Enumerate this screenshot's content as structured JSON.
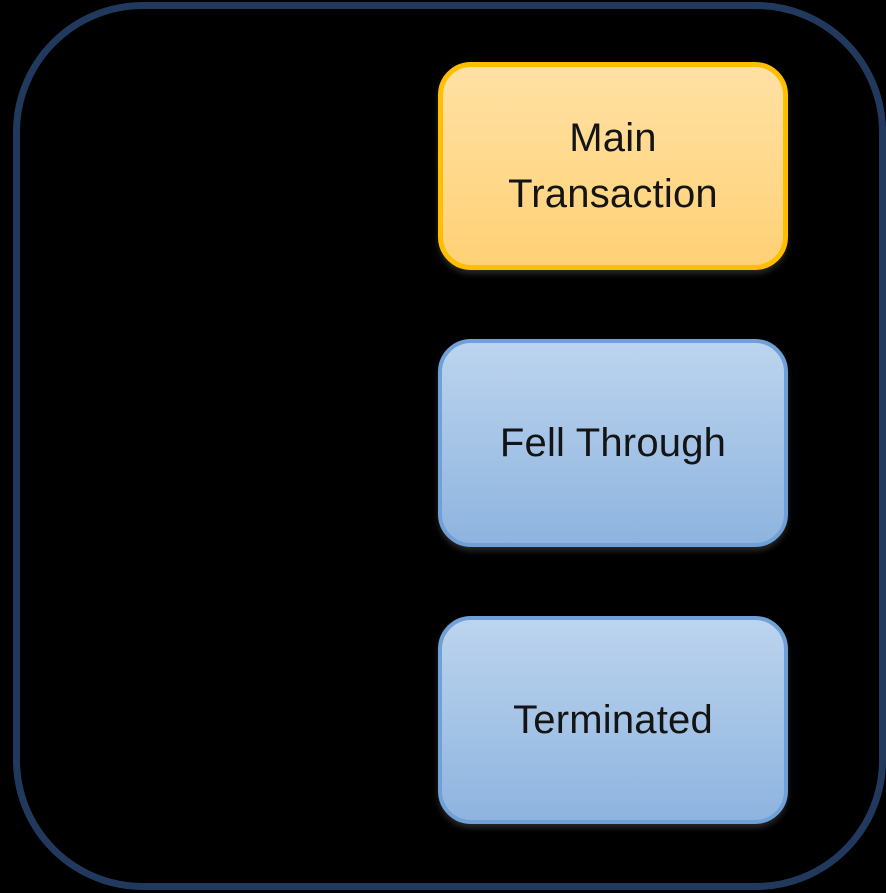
{
  "diagram": {
    "background_color": "#000000",
    "frame": {
      "shape": "rounded-rectangle",
      "border_color": "#22395E"
    },
    "nodes": [
      {
        "label": "Main Transaction",
        "fill_top": "#FFE1A4",
        "fill_bottom": "#FFD176",
        "border_color": "#FFBF00",
        "text_color": "#141414"
      },
      {
        "label": "Fell Through",
        "fill_top": "#BCD4EE",
        "fill_bottom": "#8EB4DF",
        "border_color": "#6FA1D8",
        "text_color": "#141414"
      },
      {
        "label": "Terminated",
        "fill_top": "#BCD4EE",
        "fill_bottom": "#8EB4DF",
        "border_color": "#6FA1D8",
        "text_color": "#141414"
      }
    ]
  }
}
